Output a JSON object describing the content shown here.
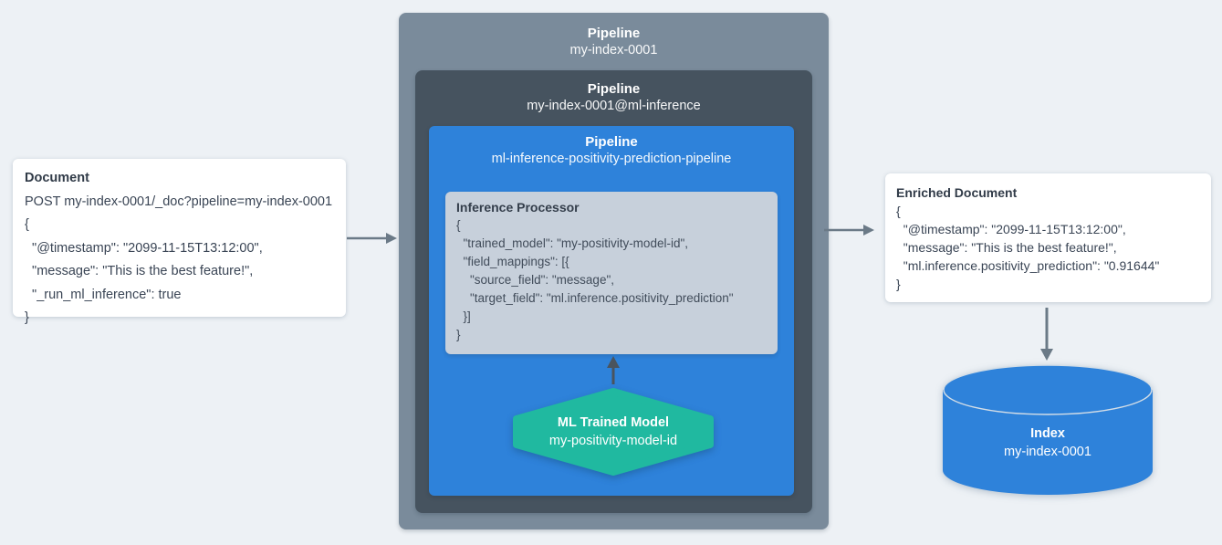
{
  "colors": {
    "background": "#EDF1F5",
    "outer_pipeline_box": "#7A8B9B",
    "inference_pipeline_box": "#46535F",
    "ml_pipeline_box": "#2E82DA",
    "processor_box": "#C7D0DB",
    "ml_model_hexagon": "#20B9A0",
    "index_cylinder": "#2E82DA",
    "card_background": "#FFFFFF",
    "text_dark": "#3A4555",
    "text_light": "#FFFFFF",
    "arrow_gray": "#6B7A87",
    "arrow_dark": "#4A545E"
  },
  "document_card": {
    "title": "Document",
    "lines": [
      "POST my-index-0001/_doc?pipeline=my-index-0001",
      "{",
      "  \"@timestamp\": \"2099-11-15T13:12:00\",",
      "  \"message\": \"This is the best feature!\",",
      "  \"_run_ml_inference\": true",
      "}"
    ]
  },
  "pipelines": {
    "outer": {
      "label": "Pipeline",
      "name": "my-index-0001"
    },
    "ml_inference": {
      "label": "Pipeline",
      "name": "my-index-0001@ml-inference"
    },
    "positivity": {
      "label": "Pipeline",
      "name": "ml-inference-positivity-prediction-pipeline"
    }
  },
  "inference_processor": {
    "title": "Inference Processor",
    "lines": [
      "{",
      "  \"trained_model\": \"my-positivity-model-id\",",
      "  \"field_mappings\": [{",
      "    \"source_field\": \"message\",",
      "    \"target_field\": \"ml.inference.positivity_prediction\"",
      "  }]",
      "}"
    ]
  },
  "ml_trained_model": {
    "title": "ML Trained Model",
    "name": "my-positivity-model-id"
  },
  "enriched_document_card": {
    "title": "Enriched Document",
    "lines": [
      "{",
      "  \"@timestamp\": \"2099-11-15T13:12:00\",",
      "  \"message\": \"This is the best feature!\",",
      "  \"ml.inference.positivity_prediction\": \"0.91644\"",
      "}"
    ]
  },
  "index_store": {
    "title": "Index",
    "name": "my-index-0001"
  }
}
